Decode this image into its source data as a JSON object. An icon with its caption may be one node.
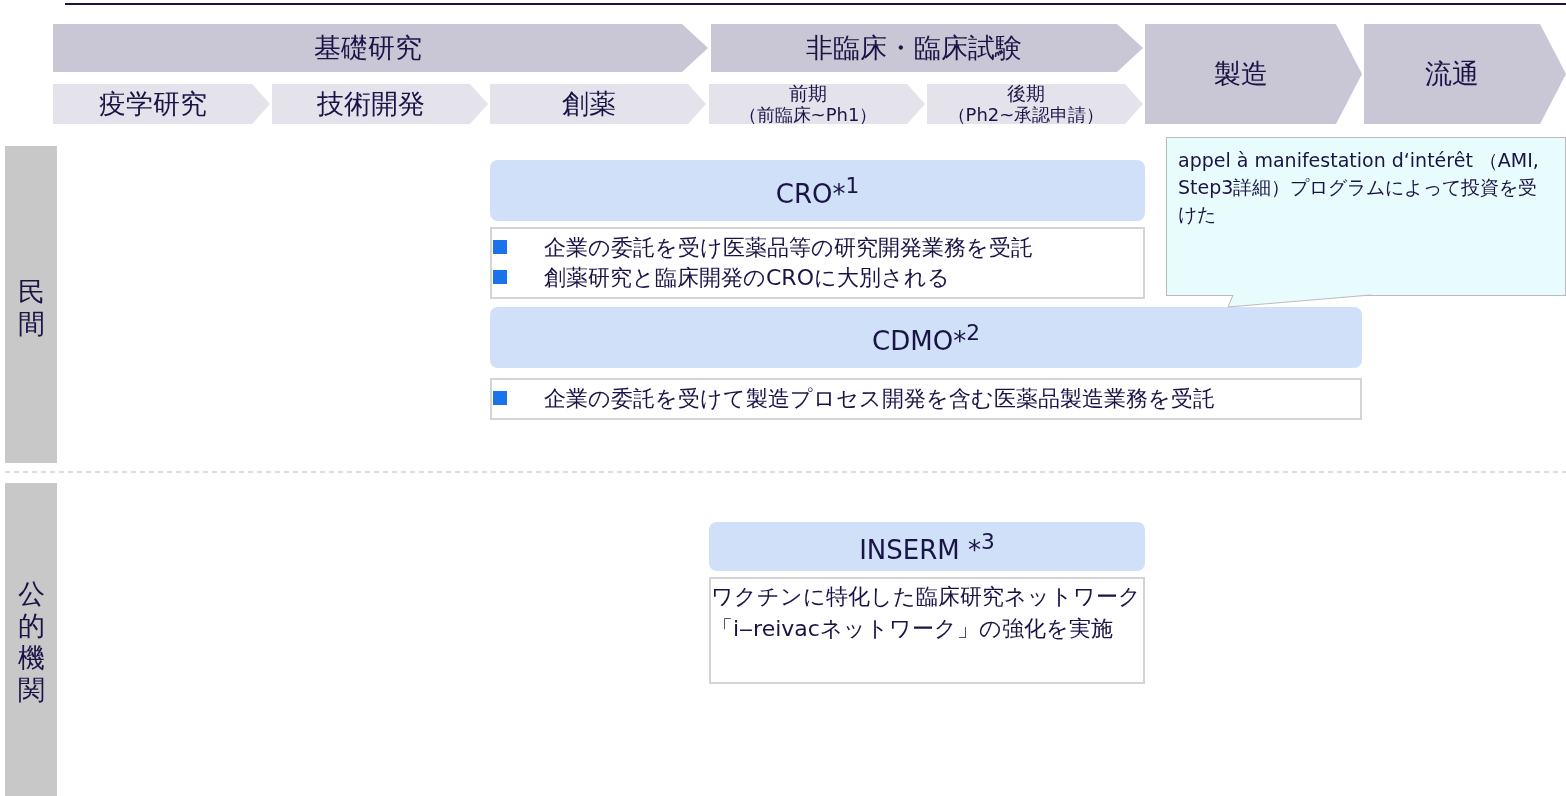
{
  "diagram": {
    "nodes": [
      {
        "text": [
          "基礎研究"
        ]
      },
      {
        "text": [
          "非臨床・臨床試験"
        ]
      },
      {
        "text": [
          "製造"
        ]
      },
      {
        "text": [
          "流通"
        ]
      },
      {
        "text": [
          "疫学研究"
        ]
      },
      {
        "text": [
          "技術開発"
        ]
      },
      {
        "text": [
          "創薬"
        ]
      },
      {
        "text": [
          "前期",
          "（前臨床~Ph1）"
        ]
      },
      {
        "text": [
          "後期",
          "（Ph2~承認申請）"
        ]
      },
      {
        "text": [
          "民間"
        ]
      },
      {
        "text": [
          "公的機関"
        ]
      },
      {
        "text": [
          "CRO*$^{1}$"
        ]
      },
      {
        "text": [
          "企業の委託を受け医薬品等の研究開発業務を受託",
          "創薬研究と臨床開発のCROに大別される"
        ]
      },
      {
        "text": [
          "CDMO*$^{2}$"
        ]
      },
      {
        "text": [
          "企業の委託を受けて製造プロセス開発を含む医薬品製造業務を受託"
        ]
      },
      {
        "text": [
          "appel à manifestation d‘intérêt （AMI, Step3詳細）プログラムによって投資を受けた"
        ]
      },
      {
        "text": [
          "INSERM *$^{3}$"
        ]
      },
      {
        "text": [
          "ワクチンに特化した臨床研究ネットワーク「i‒reivacネットワーク」の強化を実施"
        ]
      }
    ],
    "edges": [
      {
        "from": 15,
        "to": 13,
        "arrow": "none"
      }
    ]
  }
}
